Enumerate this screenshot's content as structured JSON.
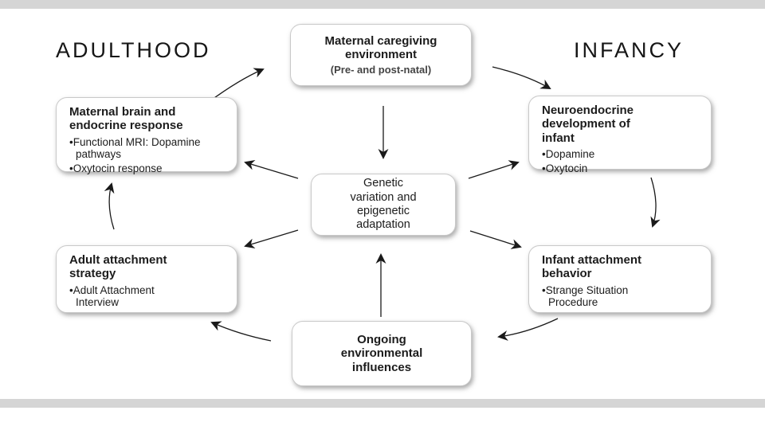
{
  "stage_labels": {
    "adulthood": "ADULTHOOD",
    "infancy": "INFANCY"
  },
  "boxes": {
    "maternal_caregiving": {
      "title": "Maternal caregiving environment",
      "subtitle": "(Pre- and post-natal)"
    },
    "neuroendocrine": {
      "title": "Neuroendocrine development of infant",
      "bullets": [
        "•Dopamine",
        "•Oxytocin"
      ]
    },
    "infant_attachment": {
      "title": "Infant attachment behavior",
      "bullets": [
        "•Strange Situation Procedure"
      ]
    },
    "ongoing_environment": {
      "title": "Ongoing environmental influences"
    },
    "adult_attachment": {
      "title": "Adult attachment strategy",
      "bullets": [
        "•Adult Attachment Interview"
      ]
    },
    "maternal_brain": {
      "title": "Maternal brain and endocrine response",
      "bullets": [
        "•Functional MRI: Dopamine pathways",
        "•Oxytocin response"
      ]
    },
    "genetic_variation": {
      "title": "Genetic variation and epigenetic adaptation"
    }
  },
  "colors": {
    "box_background": "#ffffff",
    "box_border": "#c9c9c9",
    "text": "#1c1c1c",
    "arrow": "#1a1a1a",
    "frame_strip": "#d5d5d5"
  }
}
